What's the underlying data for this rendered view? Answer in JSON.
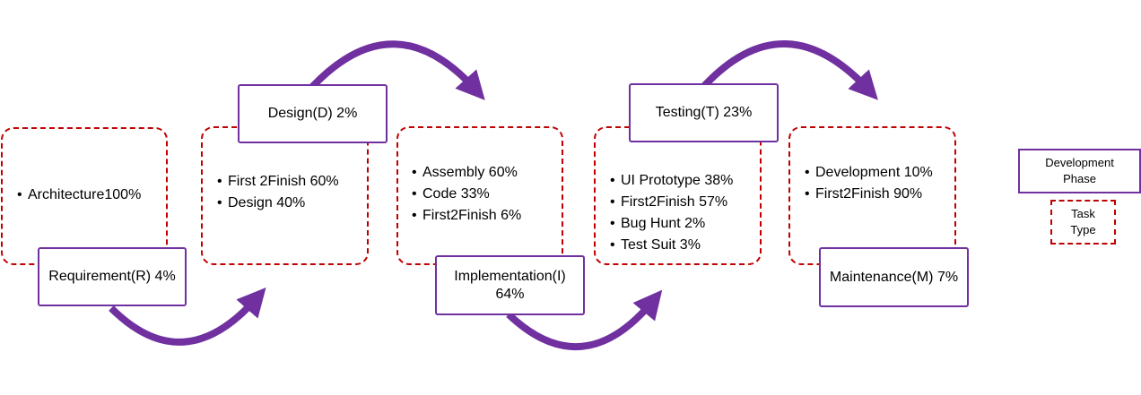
{
  "colors": {
    "phase_border": "#7030a0",
    "task_border": "#c00000",
    "arrow": "#7030a0"
  },
  "tasks": {
    "requirement": [
      "Architecture100%"
    ],
    "design": [
      "First 2Finish 60%",
      "Design 40%"
    ],
    "implementation": [
      "Assembly 60%",
      "Code 33%",
      "First2Finish 6%"
    ],
    "testing": [
      "UI Prototype 38%",
      "First2Finish 57%",
      "Bug Hunt 2%",
      "Test Suit 3%"
    ],
    "maintenance": [
      "Development 10%",
      "First2Finish 90%"
    ]
  },
  "phases": {
    "requirement": "Requirement(R)  4%",
    "design": "Design(D) 2%",
    "implementation": "Implementation(I) 64%",
    "testing": "Testing(T) 23%",
    "maintenance": "Maintenance(M) 7%"
  },
  "legend": {
    "phase": "Development Phase",
    "task": "Task Type"
  }
}
